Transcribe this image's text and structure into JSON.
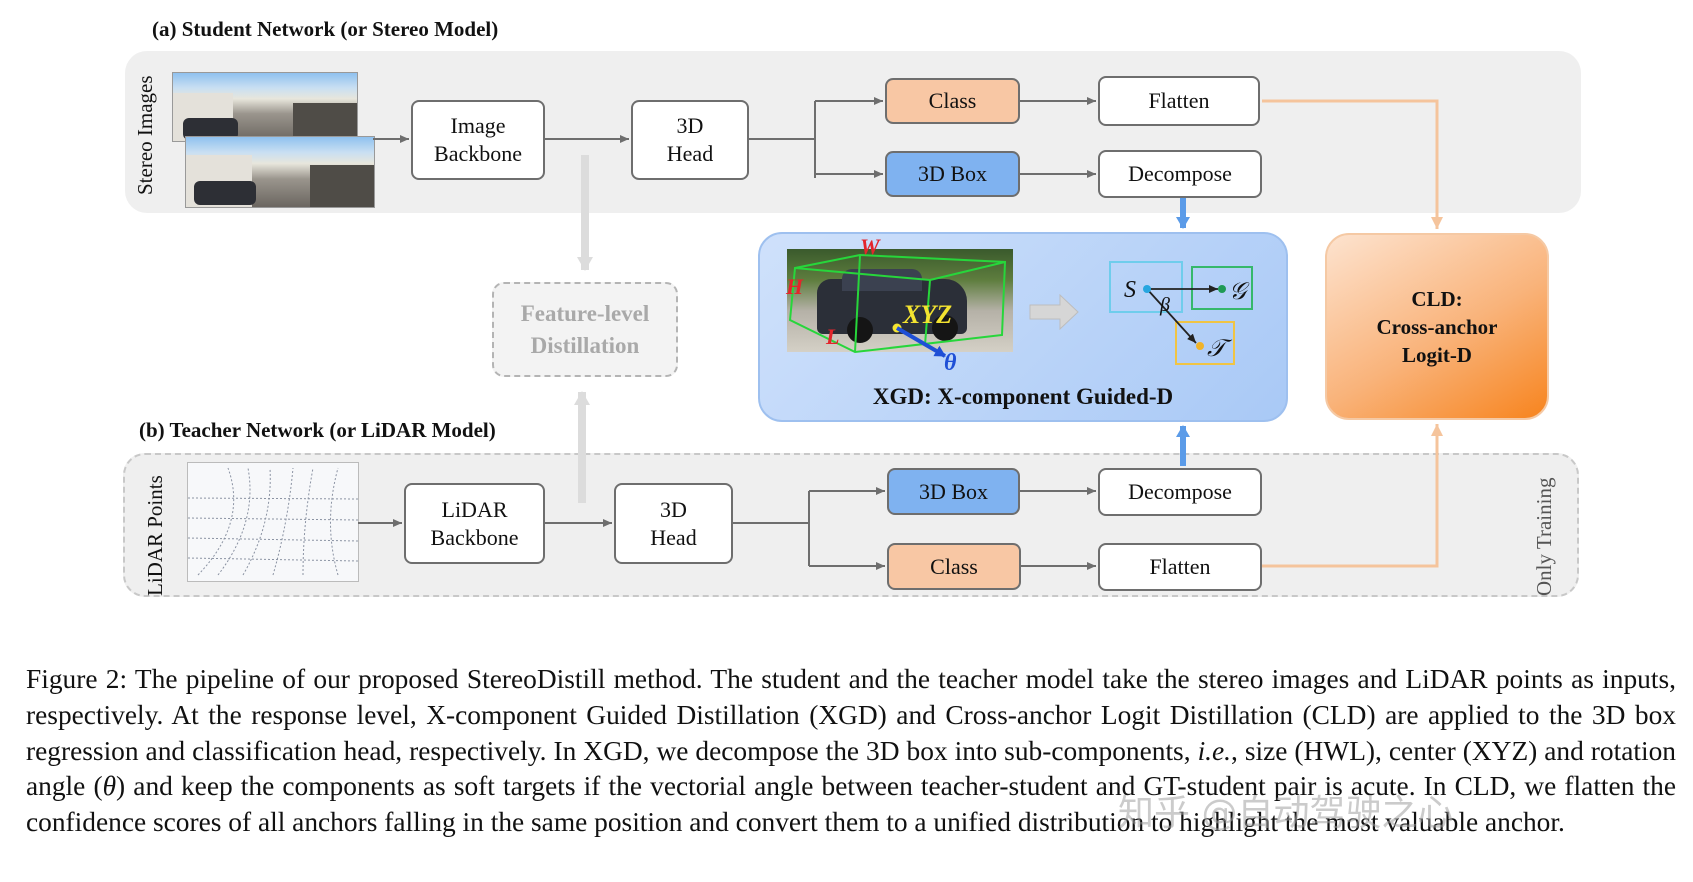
{
  "student": {
    "title": "(a) Student Network (or Stereo Model)",
    "side_label": "Stereo Images",
    "backbone": [
      "Image",
      "Backbone"
    ],
    "head": [
      "3D",
      "Head"
    ],
    "class": "Class",
    "box3d": "3D Box",
    "flatten": "Flatten",
    "decompose": "Decompose"
  },
  "teacher": {
    "title": "(b) Teacher Network (or LiDAR Model)",
    "side_label": "LiDAR Points",
    "backbone": [
      "LiDAR",
      "Backbone"
    ],
    "head": [
      "3D",
      "Head"
    ],
    "class": "Class",
    "box3d": "3D Box",
    "flatten": "Flatten",
    "decompose": "Decompose",
    "only_training": "Only Training"
  },
  "feature_distill": [
    "Feature-level",
    "Distillation"
  ],
  "xgd": {
    "title": "XGD:  X-component Guided-D",
    "labels": {
      "W": "W",
      "H": "H",
      "L": "L",
      "XYZ": "XYZ",
      "theta": "θ",
      "S": "S",
      "G": "𝒢",
      "T": "𝒯",
      "beta": "β"
    }
  },
  "cld": [
    "CLD:",
    "Cross-anchor",
    "Logit-D"
  ],
  "caption": {
    "p1": "Figure 2: The pipeline of our proposed StereoDistill method. The student and the teacher model take the stereo images and LiDAR points as inputs, respectively. At the response level, X-component Guided Distillation (XGD) and Cross-anchor Logit Distillation (CLD) are applied to the 3D box regression and classification head, respectively. In XGD, we decompose the 3D box into sub-components, ",
    "ie": "i.e.",
    "p2": ", size (HWL), center (XYZ) and rotation angle (",
    "theta": "θ",
    "p3": ") and keep the components as soft targets if the vectorial angle between teacher-student and GT-student pair is acute. In CLD, we flatten the confidence scores of all anchors falling in the same position and convert them to a unified distribution to highlight the most valuable anchor."
  },
  "watermark": "知乎 @自动驾驶之心",
  "colors": {
    "class_fill": "#f8c7a4",
    "box_fill": "#7fb2f0",
    "flow_orange": "#f5c49c",
    "flow_blue": "#5b9be8",
    "feature_gray": "#dcdcdc"
  }
}
